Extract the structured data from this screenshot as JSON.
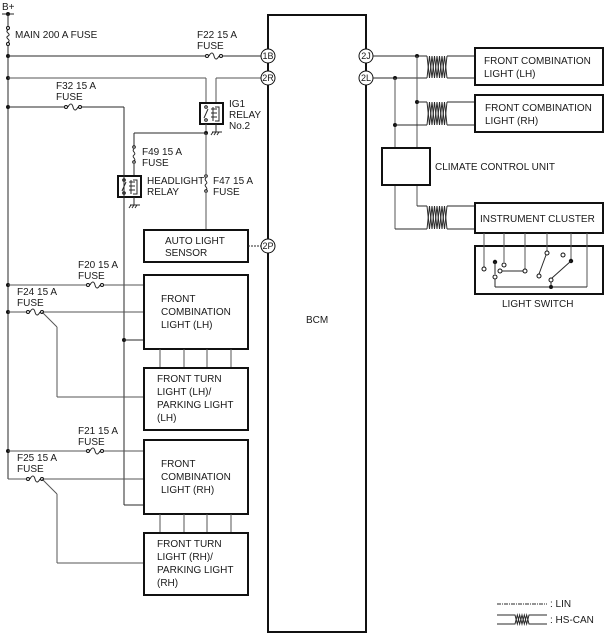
{
  "diagram": {
    "power": {
      "label": "B+"
    },
    "main_fuse": {
      "label": "MAIN 200 A FUSE"
    },
    "fuses": [
      {
        "id": "F22",
        "line1": "F22 15 A",
        "line2": "FUSE"
      },
      {
        "id": "F32",
        "line1": "F32 15 A",
        "line2": "FUSE"
      },
      {
        "id": "F49",
        "line1": "F49 15 A",
        "line2": "FUSE"
      },
      {
        "id": "F47",
        "line1": "F47 15 A",
        "line2": "FUSE"
      },
      {
        "id": "F20",
        "line1": "F20 15 A",
        "line2": "FUSE"
      },
      {
        "id": "F24",
        "line1": "F24 15 A",
        "line2": "FUSE"
      },
      {
        "id": "F21",
        "line1": "F21 15 A",
        "line2": "FUSE"
      },
      {
        "id": "F25",
        "line1": "F25 15 A",
        "line2": "FUSE"
      }
    ],
    "relays": [
      {
        "id": "ig1",
        "lines": [
          "IG1",
          "RELAY",
          "No.2"
        ]
      },
      {
        "id": "headlight",
        "lines": [
          "HEADLIGHT",
          "RELAY"
        ]
      }
    ],
    "bcm": {
      "label": "BCM",
      "pins_left": [
        "1B",
        "2R",
        "2P"
      ],
      "pins_right": [
        "2J",
        "2L"
      ]
    },
    "left_components": [
      {
        "id": "auto-light-sensor",
        "lines": [
          "AUTO LIGHT",
          "SENSOR"
        ]
      },
      {
        "id": "front-combination-light-lh",
        "lines": [
          "FRONT",
          "COMBINATION",
          "LIGHT (LH)"
        ]
      },
      {
        "id": "front-turn-light-lh",
        "lines": [
          "FRONT TURN",
          "LIGHT (LH)/",
          "PARKING LIGHT",
          "(LH)"
        ]
      },
      {
        "id": "front-combination-light-rh",
        "lines": [
          "FRONT",
          "COMBINATION",
          "LIGHT (RH)"
        ]
      },
      {
        "id": "front-turn-light-rh",
        "lines": [
          "FRONT TURN",
          "LIGHT (RH)/",
          "PARKING LIGHT",
          "(RH)"
        ]
      }
    ],
    "right_components": [
      {
        "id": "front-combination-light-lh-r",
        "lines": [
          "FRONT COMBINATION",
          "LIGHT (LH)"
        ]
      },
      {
        "id": "front-combination-light-rh-r",
        "lines": [
          "FRONT COMBINATION",
          "LIGHT (RH)"
        ]
      },
      {
        "id": "climate-control-unit",
        "lines": [
          "CLIMATE CONTROL UNIT"
        ]
      },
      {
        "id": "instrument-cluster",
        "lines": [
          "INSTRUMENT CLUSTER"
        ]
      },
      {
        "id": "light-switch",
        "lines": [
          "LIGHT SWITCH"
        ]
      }
    ],
    "legend": [
      {
        "type": "LIN",
        "label": ": LIN"
      },
      {
        "type": "HS-CAN",
        "label": ": HS-CAN"
      }
    ]
  }
}
